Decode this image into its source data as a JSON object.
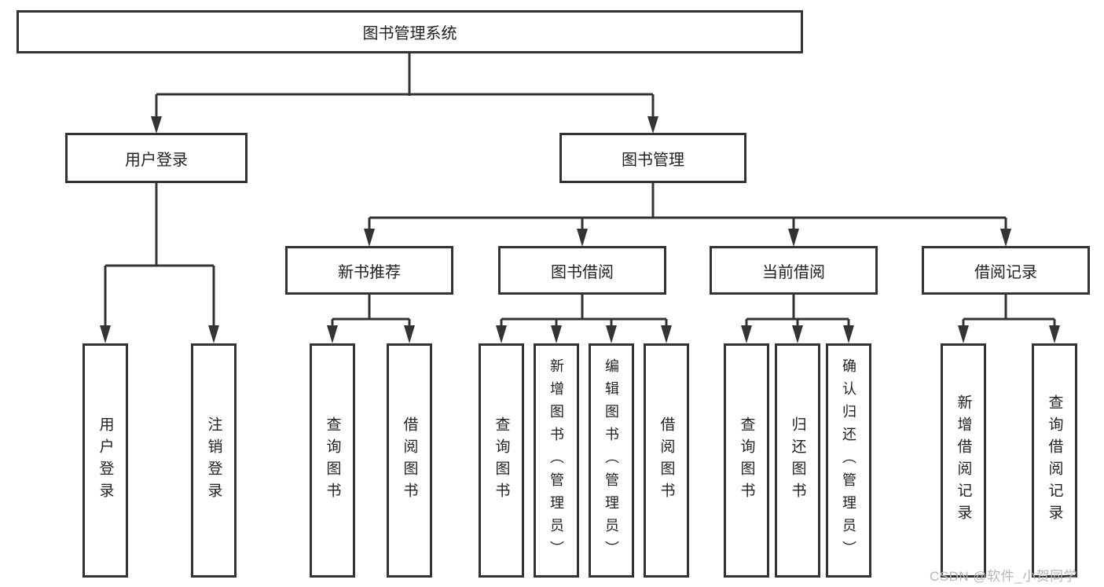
{
  "page": {
    "background": "#ffffff",
    "watermark": "CSDN @软件_小贺同学"
  },
  "colors": {
    "line": "#333333",
    "box_border": "#333333",
    "text": "#222222",
    "watermark": "#b7b7b7"
  },
  "tree": {
    "label": "图书管理系统",
    "children": [
      {
        "label": "用户登录",
        "children": [
          {
            "label": "用户登录"
          },
          {
            "label": "注销登录"
          }
        ]
      },
      {
        "label": "图书管理",
        "children": [
          {
            "label": "新书推荐",
            "children": [
              {
                "label": "查询图书"
              },
              {
                "label": "借阅图书"
              }
            ]
          },
          {
            "label": "图书借阅",
            "children": [
              {
                "label": "查询图书"
              },
              {
                "label": "新增图书（管理员）"
              },
              {
                "label": "编辑图书（管理员）"
              },
              {
                "label": "借阅图书"
              }
            ]
          },
          {
            "label": "当前借阅",
            "children": [
              {
                "label": "查询图书"
              },
              {
                "label": "归还图书"
              },
              {
                "label": "确认归还（管理员）"
              }
            ]
          },
          {
            "label": "借阅记录",
            "children": [
              {
                "label": "新增借阅记录"
              },
              {
                "label": "查询借阅记录"
              }
            ]
          }
        ]
      }
    ]
  }
}
